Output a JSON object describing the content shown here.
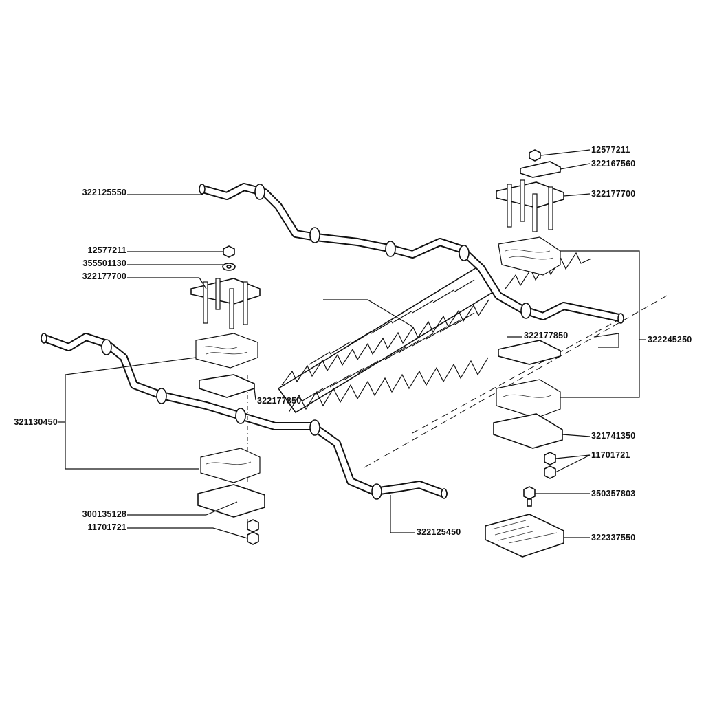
{
  "labels": {
    "l_12577211_top": "12577211",
    "l_322167560": "322167560",
    "l_322177700_right": "322177700",
    "l_322125550": "322125550",
    "l_12577211_left": "12577211",
    "l_355501130": "355501130",
    "l_322177700_left": "322177700",
    "l_322177850_right": "322177850",
    "l_322245250": "322245250",
    "l_321130450": "321130450",
    "l_322177850_left": "322177850",
    "l_321741350": "321741350",
    "l_11701721_right": "11701721",
    "l_350357803": "350357803",
    "l_300135128": "300135128",
    "l_11701721_left": "11701721",
    "l_322125450": "322125450",
    "l_322337550": "322337550"
  }
}
